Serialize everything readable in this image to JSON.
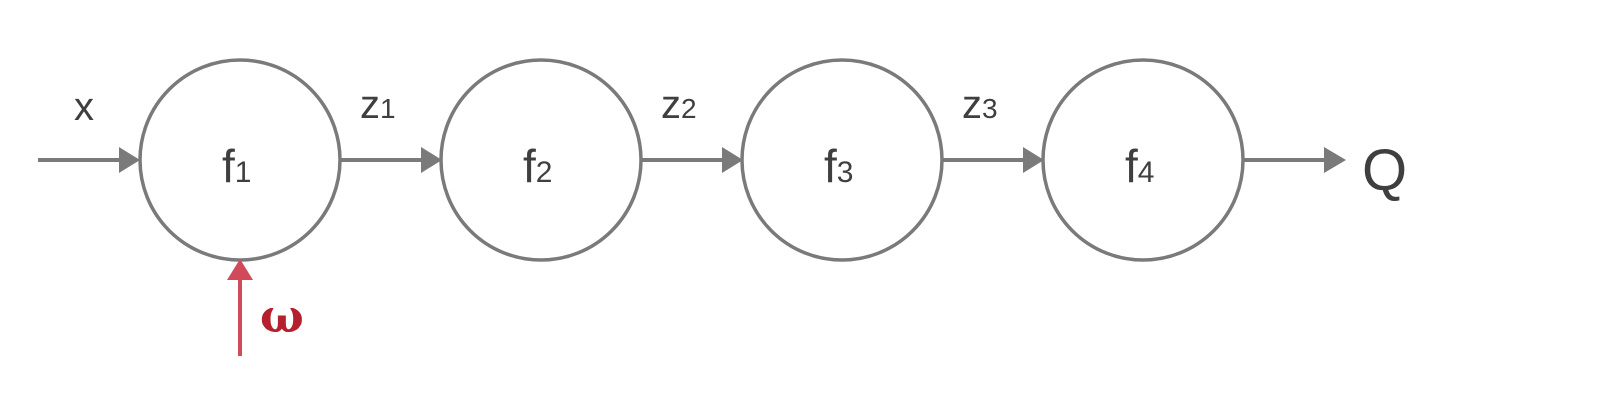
{
  "input": {
    "label": "x"
  },
  "output": {
    "label": "Q"
  },
  "parameter": {
    "label": "ω",
    "color": "#d14a5a",
    "text_color": "#b5202e"
  },
  "nodes": [
    {
      "name": "f",
      "sub": "1"
    },
    {
      "name": "f",
      "sub": "2"
    },
    {
      "name": "f",
      "sub": "3"
    },
    {
      "name": "f",
      "sub": "4"
    }
  ],
  "edges": [
    {
      "name": "z",
      "sub": "1"
    },
    {
      "name": "z",
      "sub": "2"
    },
    {
      "name": "z",
      "sub": "3"
    }
  ],
  "colors": {
    "stroke": "#7a7a7a",
    "text": "#3f3f3f"
  }
}
